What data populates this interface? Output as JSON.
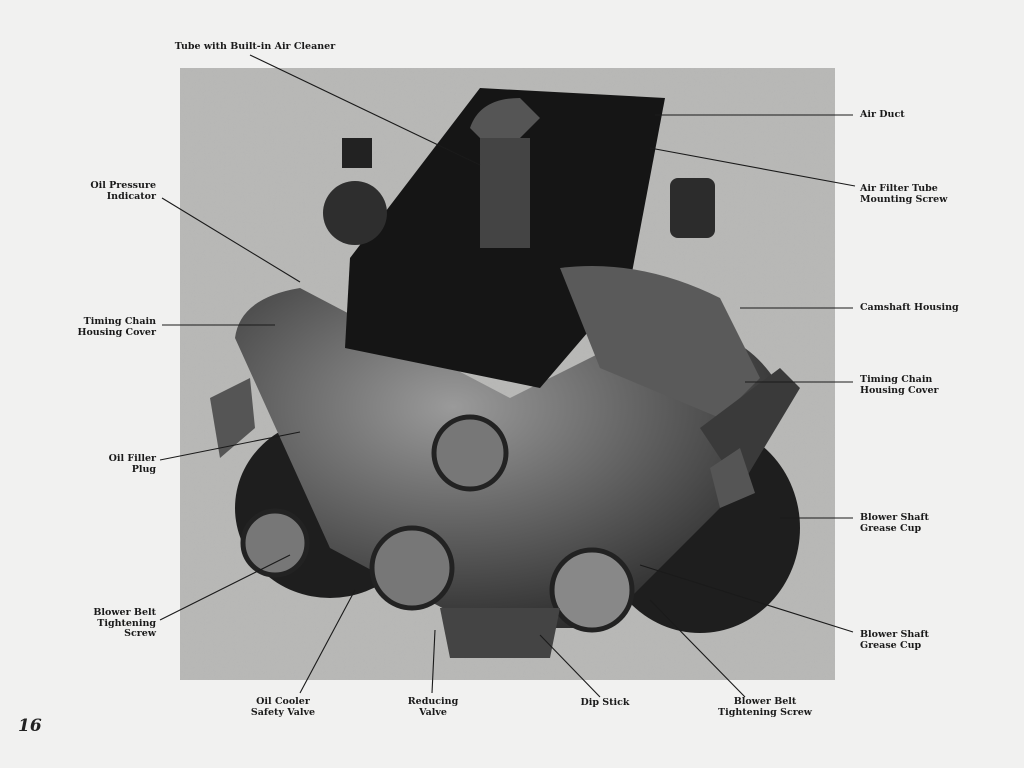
{
  "page_number": "16",
  "labels": {
    "tube_air_cleaner": "Tube with Built-in Air Cleaner",
    "air_duct": "Air Duct",
    "air_filter_tube": "Air Filter Tube\nMounting Screw",
    "oil_pressure": "Oil Pressure\nIndicator",
    "timing_chain_left": "Timing Chain\nHousing Cover",
    "camshaft_housing": "Camshaft Housing",
    "timing_chain_right": "Timing Chain\nHousing Cover",
    "oil_filler_plug": "Oil Filler\nPlug",
    "blower_shaft_1": "Blower Shaft\nGrease Cup",
    "blower_shaft_2": "Blower Shaft\nGrease Cup",
    "blower_belt_left": "Blower Belt\nTightening\nScrew",
    "oil_cooler": "Oil Cooler\nSafety Valve",
    "reducing_valve": "Reducing\nValve",
    "dip_stick": "Dip Stick",
    "blower_belt_bottom": "Blower Belt\nTightening Screw"
  }
}
